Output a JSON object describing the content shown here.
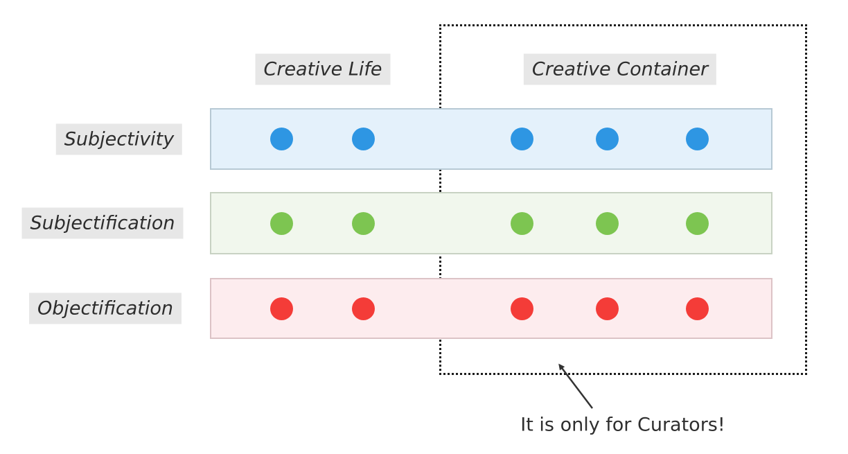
{
  "page": {
    "background": "#ffffff"
  },
  "diagram": {
    "column_headers": [
      {
        "label": "Creative Life"
      },
      {
        "label": "Creative Container"
      }
    ],
    "rows": [
      {
        "label": "Subjectivity",
        "band_fill": "#e4f1fb",
        "band_border": "#b7c9d4",
        "dot_color": "#2e96e3",
        "dots_in_creative_life": 2,
        "dots_in_creative_container": 3
      },
      {
        "label": "Subjectification",
        "band_fill": "#f1f7ed",
        "band_border": "#c8d2c3",
        "dot_color": "#7dc551",
        "dots_in_creative_life": 2,
        "dots_in_creative_container": 3
      },
      {
        "label": "Objectification",
        "band_fill": "#fdecee",
        "band_border": "#dcc3c6",
        "dot_color": "#f43c38",
        "dots_in_creative_life": 2,
        "dots_in_creative_container": 3
      }
    ],
    "container_box": {
      "around_column": "Creative Container",
      "border_color": "#1c1c1c",
      "style": "dotted"
    },
    "annotation": {
      "text": "It is only for Curators!",
      "color": "#2f2f2f",
      "arrow_color": "#333333"
    },
    "label_style": {
      "background": "#e7e7e7",
      "text_color": "#2d2d2d"
    }
  }
}
